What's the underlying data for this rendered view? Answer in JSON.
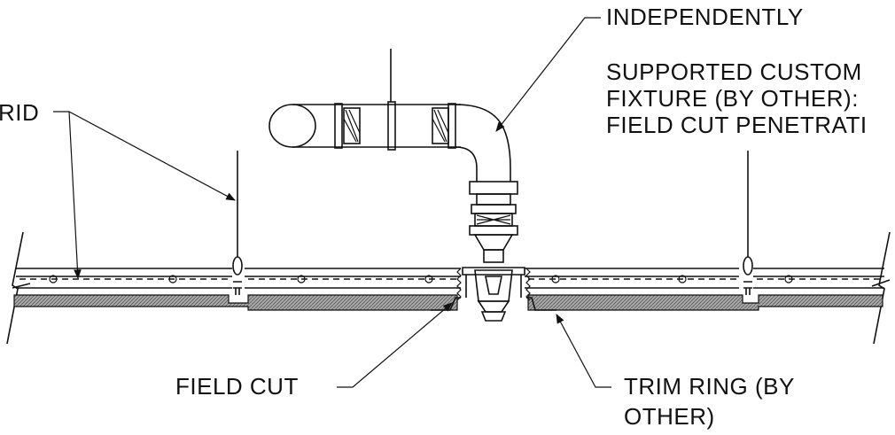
{
  "labels": {
    "grid": "RID",
    "custom_fixture": [
      "INDEPENDENTLY",
      "SUPPORTED CUSTOM",
      "FIXTURE (BY OTHER):",
      "FIELD CUT PENETRATI"
    ],
    "field_cut": "FIELD CUT",
    "trim_ring": [
      "TRIM RING (BY",
      "OTHER)"
    ]
  },
  "colors": {
    "ink": "#111111",
    "tile_fill": "#9a9a9a",
    "tile_hatch": "#5a5a5a"
  }
}
